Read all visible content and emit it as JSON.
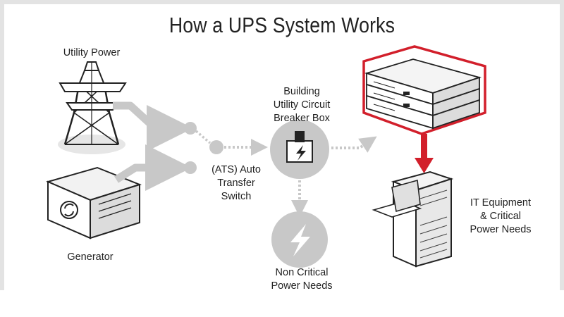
{
  "title": "How a UPS System Works",
  "labels": {
    "utility_power": "Utility Power",
    "generator": "Generator",
    "ats_line1": "(ATS) Auto",
    "ats_line2": "Transfer",
    "ats_line3": "Switch",
    "breaker_line1": "Building",
    "breaker_line2": "Utility Circuit",
    "breaker_line3": "Breaker Box",
    "noncritical_line1": "Non Critical",
    "noncritical_line2": "Power Needs",
    "it_line1": "IT Equipment",
    "it_line2": "& Critical",
    "it_line3": "Power Needs"
  },
  "colors": {
    "accent_red": "#d21f2b",
    "connector_gray": "#c8c8c8",
    "line_dark": "#222222"
  },
  "icons": [
    "power-tower-icon",
    "generator-icon",
    "breaker-box-icon",
    "lightning-icon",
    "ups-unit-icon",
    "server-rack-icon"
  ]
}
